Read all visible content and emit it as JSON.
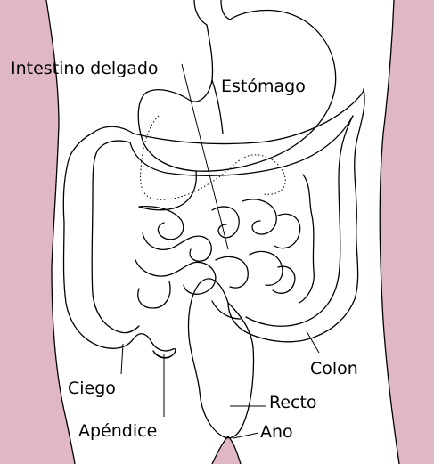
{
  "colors": {
    "skin": "#e0b8c3",
    "outline": "#000000",
    "background": "#ffffff"
  },
  "labels": {
    "small_intestine": "Intestino delgado",
    "stomach": "Estómago",
    "colon": "Colon",
    "cecum": "Ciego",
    "rectum": "Recto",
    "appendix": "Apéndice",
    "anus": "Ano"
  }
}
